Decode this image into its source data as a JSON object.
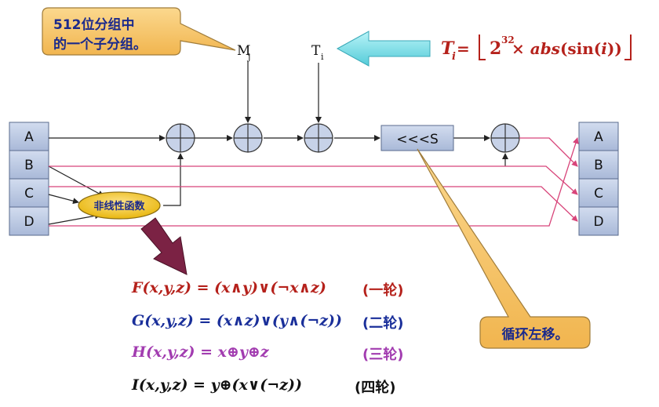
{
  "callout_top": {
    "line1": "512位分组中",
    "line2": "的一个子分组。"
  },
  "labels": {
    "mj_main": "M",
    "mj_sub": "j",
    "ti_main": "T",
    "ti_sub": "i",
    "shift": "<<<S",
    "nonlinear": "非线性函数"
  },
  "ti_formula": {
    "lhs_main": "T",
    "lhs_sub": "i",
    "eq": " = ",
    "base": "2",
    "exp": "32",
    "rest_mul": " × ",
    "rest_func": "abs",
    "rest_args": "(sin(",
    "rest_i": "i",
    "rest_close": "))"
  },
  "registers_left": [
    "A",
    "B",
    "C",
    "D"
  ],
  "registers_right": [
    "A",
    "B",
    "C",
    "D"
  ],
  "formulas": [
    {
      "text": "F(x,y,z) = (x∧y)∨(¬x∧z)",
      "round": "(一轮)",
      "color": "#b5211b"
    },
    {
      "text": "G(x,y,z) = (x∧z)∨(y∧(¬z))",
      "round": "(二轮)",
      "color": "#1a2f9a"
    },
    {
      "text": "H(x,y,z) = x⊕y⊕z",
      "round": "(三轮)",
      "color": "#a23cb0"
    },
    {
      "text": "I(x,y,z) = y⊕(x∨(¬z))",
      "round": "(四轮)",
      "color": "#111111"
    }
  ],
  "callout_bottom": "循环左移。",
  "colors": {
    "register_fill": "#b9c6df",
    "shift_fill": "#b9c6df",
    "callout_fill": "#f7c46a",
    "arrow_cyan": "#7fe3ec",
    "nonlinear_fill": "#f2cb2b",
    "big_arrow": "#7b2244",
    "pink_line": "#d8457a",
    "formula_red": "#b5211b"
  }
}
